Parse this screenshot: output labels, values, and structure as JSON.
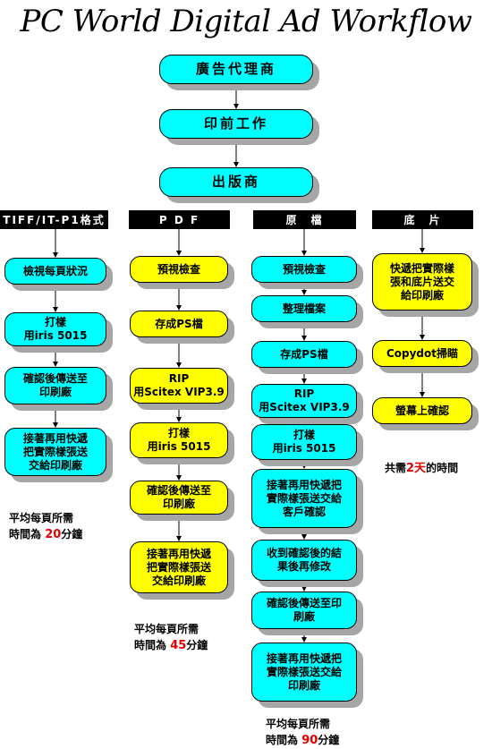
{
  "title": "PC World Digital Ad Workflow",
  "top_flow": [
    "廣告代理商",
    "印前工作",
    "出版商"
  ],
  "columns": [
    {
      "header": "TIFF/IT-P1格式",
      "steps": [
        {
          "label": "檢視每頁狀況",
          "fill": "cyan"
        },
        {
          "label": "打樣\n用iris 5015",
          "fill": "cyan"
        },
        {
          "label": "確認後傳送至\n印刷廠",
          "fill": "cyan"
        },
        {
          "label": "接著再用快遞\n把實際樣張送\n交給印刷廠",
          "fill": "cyan"
        }
      ],
      "summary": {
        "prefix": "平均每頁所需\n時間為 ",
        "value": "20",
        "suffix": "分鐘"
      }
    },
    {
      "header": "P D F",
      "steps": [
        {
          "label": "預視檢查",
          "fill": "yellow"
        },
        {
          "label": "存成PS檔",
          "fill": "yellow"
        },
        {
          "label": "RIP\n用Scitex VIP3.9",
          "fill": "yellow"
        },
        {
          "label": "打樣\n用iris 5015",
          "fill": "yellow"
        },
        {
          "label": "確認後傳送至\n印刷廠",
          "fill": "yellow"
        },
        {
          "label": "接著再用快遞\n把實際樣張送\n交給印刷廠",
          "fill": "yellow"
        }
      ],
      "summary": {
        "prefix": "平均每頁所需\n時間為 ",
        "value": "45",
        "suffix": "分鐘"
      }
    },
    {
      "header": "原　檔",
      "steps": [
        {
          "label": "預視檢查",
          "fill": "cyan"
        },
        {
          "label": "整理檔案",
          "fill": "cyan"
        },
        {
          "label": "存成PS檔",
          "fill": "cyan"
        },
        {
          "label": "RIP\n用Scitex VIP3.9",
          "fill": "cyan"
        },
        {
          "label": "打樣\n用iris 5015",
          "fill": "cyan"
        },
        {
          "label": "接著再用快遞把\n實際樣張送交給\n客戶確認",
          "fill": "cyan"
        },
        {
          "label": "收到確認後的結\n果後再修改",
          "fill": "cyan"
        },
        {
          "label": "確認後傳送至印\n刷廠",
          "fill": "cyan"
        },
        {
          "label": "接著再用快遞把\n實際樣張送交給\n印刷廠",
          "fill": "cyan"
        }
      ],
      "summary": {
        "prefix": "平均每頁所需\n時間為 ",
        "value": "90",
        "suffix": "分鐘"
      }
    },
    {
      "header": "底　片",
      "steps": [
        {
          "label": "快遞把實際樣\n張和底片送交\n給印刷廠",
          "fill": "yellow"
        },
        {
          "label": "Copydot掃瞄",
          "fill": "yellow"
        },
        {
          "label": "螢幕上確認",
          "fill": "yellow"
        }
      ],
      "summary": {
        "prefix": "共需",
        "value": "2天",
        "suffix": "的時間"
      }
    }
  ],
  "colors": {
    "cyan": "#00ffff",
    "yellow": "#ffff00",
    "header_bg": "#000000",
    "highlight": "#e00000",
    "shadow": "#a6a6a6"
  }
}
